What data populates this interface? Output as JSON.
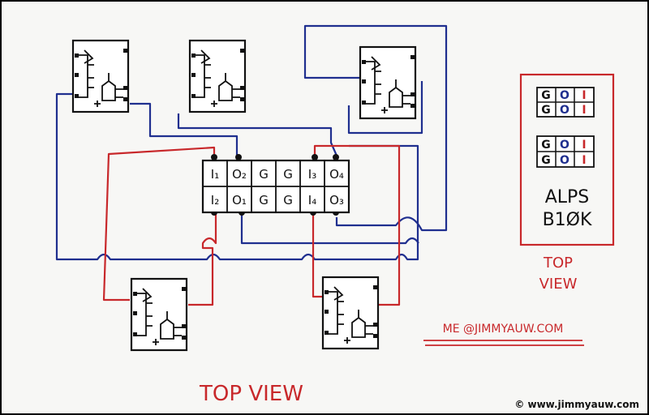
{
  "connector": {
    "top_row": [
      "I₁",
      "O₂",
      "G",
      "G",
      "I₃",
      "O₄"
    ],
    "bottom_row": [
      "I₂",
      "O₁",
      "G",
      "G",
      "I₄",
      "O₃"
    ]
  },
  "legend": {
    "row1": [
      "G",
      "O",
      "I"
    ],
    "row2": [
      "G",
      "O",
      "I"
    ],
    "row3": [
      "G",
      "O",
      "I"
    ],
    "row4": [
      "G",
      "O",
      "I"
    ],
    "line1": "ALPS",
    "line2": "B1ØK",
    "caption_line1": "TOP",
    "caption_line2": "VIEW"
  },
  "title": "TOP VIEW",
  "credit": "ME @JIMMYAUW.COM",
  "copyright": "© www.jimmyauw.com",
  "colors": {
    "blue_wire": "#1f2f8f",
    "red_wire": "#c8282b",
    "ink": "#111111",
    "paper": "#f7f7f5",
    "frame": "#000000"
  }
}
